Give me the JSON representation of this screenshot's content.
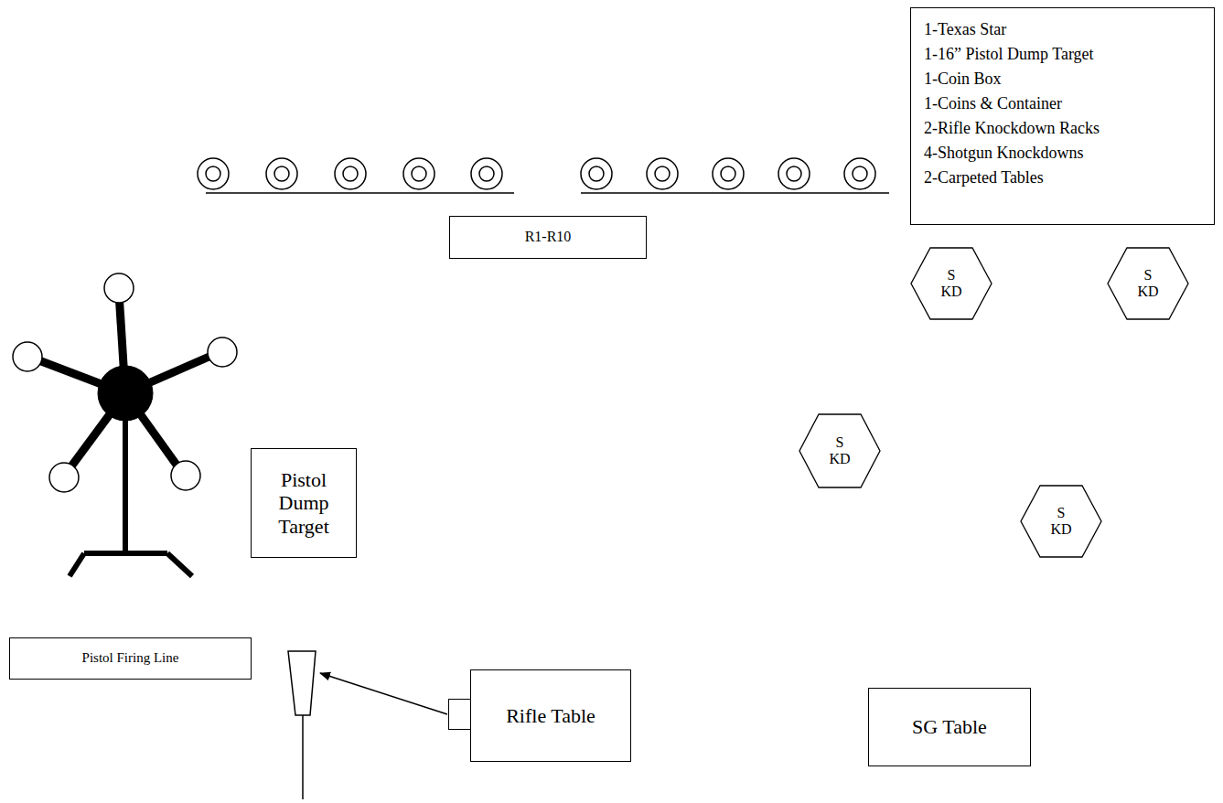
{
  "diagram": {
    "nodes": [
      {
        "text": [
          "1-Texas Star",
          "1-16” Pistol Dump Target",
          "1-Coin Box",
          "1-Coins & Container",
          "2-Rifle Knockdown Racks",
          "4-Shotgun Knockdowns",
          "2-Carpeted Tables"
        ]
      },
      {
        "text": [
          "R1-R10"
        ]
      },
      {
        "text": [
          "Pistol Dump Target"
        ]
      },
      {
        "text": [
          "S KD"
        ]
      },
      {
        "text": [
          "S KD"
        ]
      },
      {
        "text": [
          "S KD"
        ]
      },
      {
        "text": [
          "S KD"
        ]
      },
      {
        "text": [
          "Coin Box"
        ]
      },
      {
        "text": [
          "Pistol Firing Line"
        ]
      },
      {
        "text": [
          "Rifle Table"
        ]
      },
      {
        "text": [
          "SG Table"
        ]
      }
    ]
  }
}
